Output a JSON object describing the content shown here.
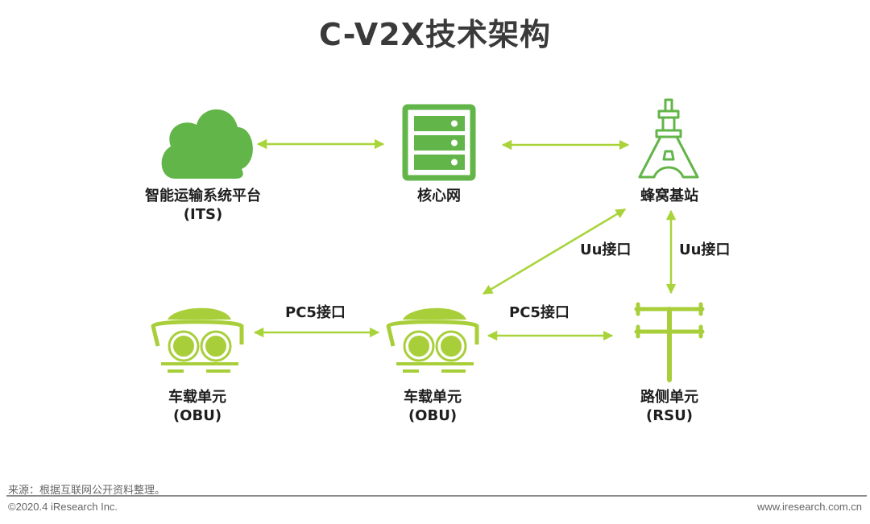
{
  "title": "C-V2X技术架构",
  "colors": {
    "dark_green": "#62b548",
    "lime_green": "#a8cf3a",
    "arrow": "#a8d43a",
    "text": "#1e1e1e"
  },
  "nodes": {
    "its": {
      "icon": "cloud-icon",
      "line1": "智能运输系统平台",
      "line2": "(ITS)"
    },
    "core": {
      "icon": "server-icon",
      "line1": "核心网"
    },
    "cell": {
      "icon": "cell-tower-icon",
      "line1": "蜂窝基站"
    },
    "obu1": {
      "icon": "car-icon",
      "line1": "车载单元",
      "line2": "(OBU)"
    },
    "obu2": {
      "icon": "car-icon",
      "line1": "车载单元",
      "line2": "(OBU)"
    },
    "rsu": {
      "icon": "roadside-unit-icon",
      "line1": "路侧单元",
      "line2": "(RSU)"
    }
  },
  "links": [
    {
      "from": "its",
      "to": "core",
      "label": ""
    },
    {
      "from": "core",
      "to": "cell",
      "label": ""
    },
    {
      "from": "obu2",
      "to": "cell",
      "label": "Uu接口"
    },
    {
      "from": "rsu",
      "to": "cell",
      "label": "Uu接口"
    },
    {
      "from": "obu1",
      "to": "obu2",
      "label": "PC5接口"
    },
    {
      "from": "obu2",
      "to": "rsu",
      "label": "PC5接口"
    }
  ],
  "footer": {
    "source": "来源：根据互联网公开资料整理。",
    "copyright": "©2020.4 iResearch Inc.",
    "url": "www.iresearch.com.cn"
  }
}
